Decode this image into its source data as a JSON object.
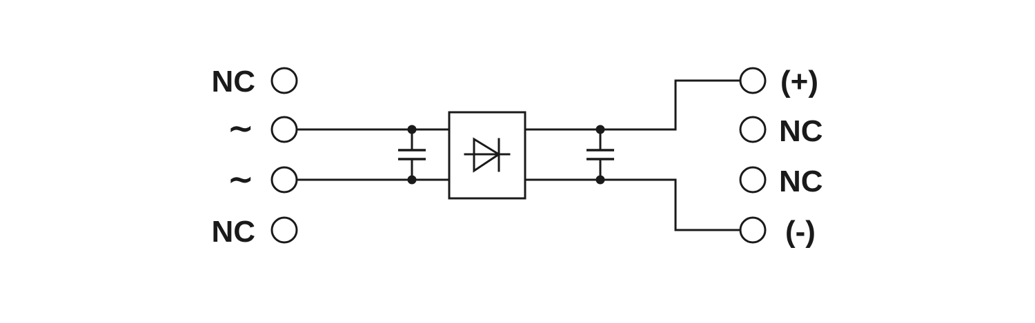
{
  "left_terminals": [
    {
      "label": "NC"
    },
    {
      "label": "~"
    },
    {
      "label": "~"
    },
    {
      "label": "NC"
    }
  ],
  "right_terminals": [
    {
      "label": "(+)"
    },
    {
      "label": "NC"
    },
    {
      "label": "NC"
    },
    {
      "label": "(-)"
    }
  ],
  "colors": {
    "ink": "#1a1a1a",
    "background": "#ffffff"
  }
}
